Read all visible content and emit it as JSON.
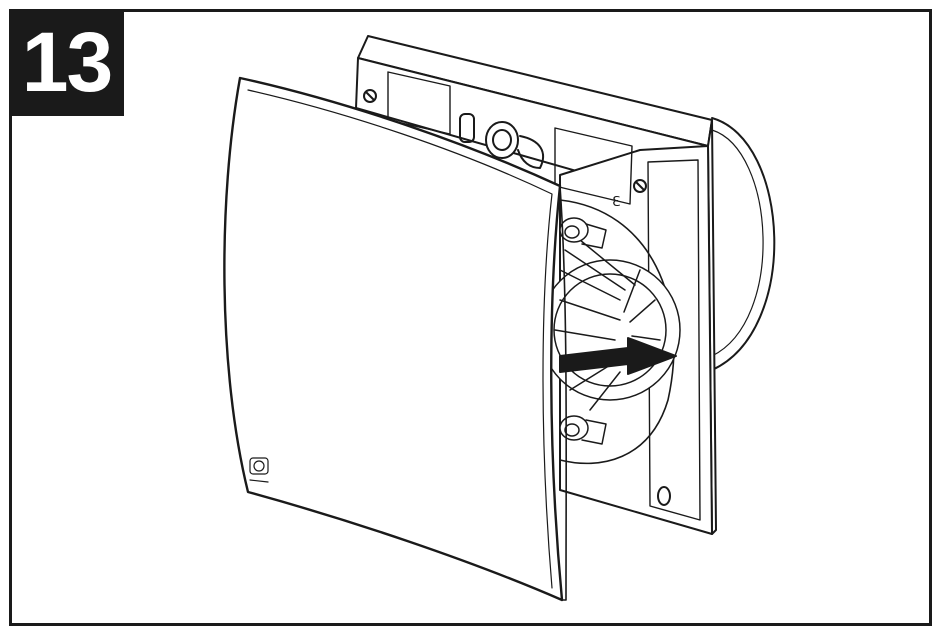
{
  "step": {
    "number": "13"
  },
  "colors": {
    "ink": "#1a1a1a",
    "paper": "#ffffff",
    "shade": "#e6e6e6"
  },
  "illustration": {
    "subject": "fan-front-cover-removal",
    "arrow_direction": "right",
    "icons": [
      "fan-housing-icon",
      "front-cover-icon",
      "impeller-icon",
      "direction-arrow-icon",
      "brand-logo-icon"
    ]
  }
}
